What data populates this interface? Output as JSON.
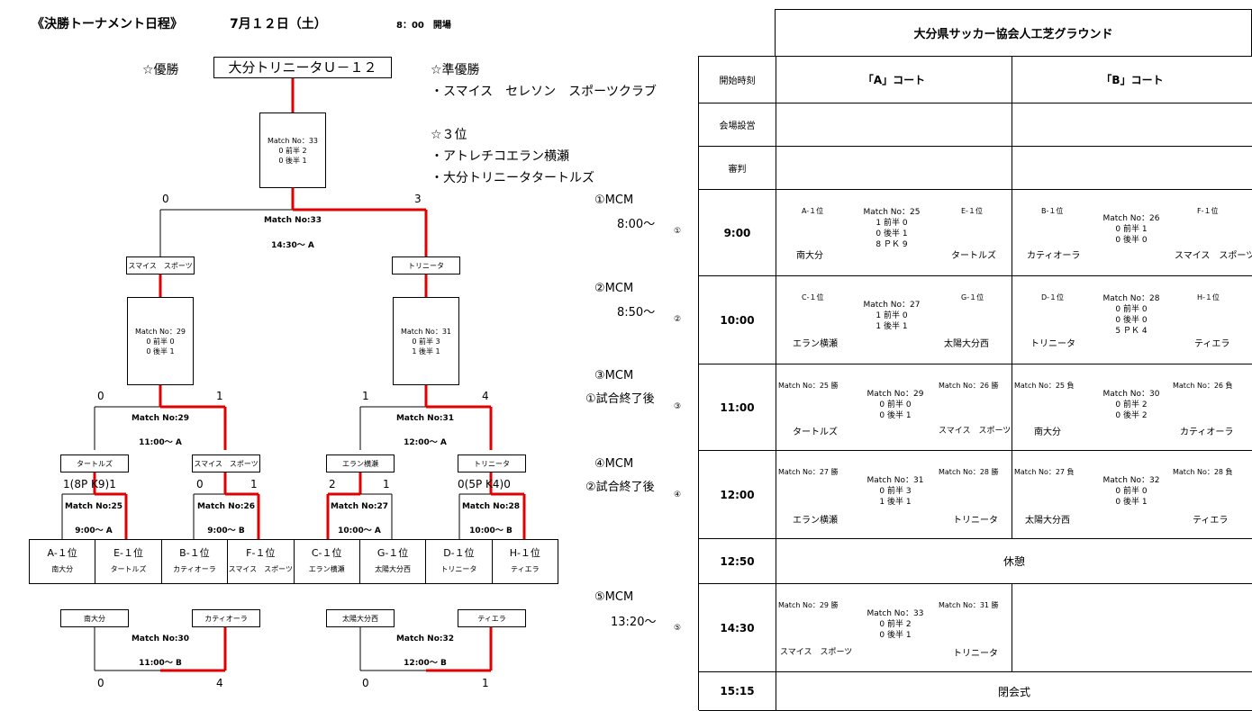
{
  "header": {
    "title": "《決勝トーナメント日程》",
    "date": "7月１２日（土）",
    "time": "8：00　開場"
  },
  "bracket": {
    "winner_label": "☆優勝",
    "winner": "大分トリニータＵ－１２",
    "runner_up_label": "☆準優勝",
    "runner_up": "・スマイス　セレソン　スポーツクラブ",
    "third_label": "☆３位",
    "third_1": "・アトレチコエラン横瀬",
    "third_2": "・大分トリニータタートルズ",
    "final_box": {
      "no": "Match No：33",
      "l1": "0 前半 2",
      "l2": "0 後半 1"
    },
    "final_label": "Match No:33",
    "final_time": "14:30～ A",
    "final_score_left": "0",
    "final_score_right": "3",
    "sf_left_team": "スマイス　スポーツ",
    "sf_right_team": "トリニータ",
    "m29_box": {
      "no": "Match No：29",
      "l1": "0 前半 0",
      "l2": "0 後半 1"
    },
    "m31_box": {
      "no": "Match No：31",
      "l1": "0 前半 3",
      "l2": "1 後半 1"
    },
    "m29_label": "Match No:29",
    "m29_time": "11:00～ A",
    "m31_label": "Match No:31",
    "m31_time": "12:00～ A",
    "m29_sl": "0",
    "m29_sr": "1",
    "m31_sl": "1",
    "m31_sr": "4",
    "qf_teams": [
      "タートルズ",
      "スマイス　スポーツ",
      "エラン横瀬",
      "トリニータ"
    ],
    "m25_score": "1(8P K9)1",
    "m26_sl": "0",
    "m26_sr": "1",
    "m27_sl": "2",
    "m27_sr": "1",
    "m28_score": "0(5P K4)0",
    "m25_label": "Match No:25",
    "m25_time": "9:00～ A",
    "m26_label": "Match No:26",
    "m26_time": "9:00～ B",
    "m27_label": "Match No:27",
    "m27_time": "10:00～ A",
    "m28_label": "Match No:28",
    "m28_time": "10:00～ B",
    "groups": [
      {
        "pos": "A-１位",
        "team": "南大分"
      },
      {
        "pos": "E-１位",
        "team": "タートルズ"
      },
      {
        "pos": "B-１位",
        "team": "カティオーラ"
      },
      {
        "pos": "F-１位",
        "team": "スマイス　スポーツ"
      },
      {
        "pos": "C-１位",
        "team": "エラン横瀬"
      },
      {
        "pos": "G-１位",
        "team": "太陽大分西"
      },
      {
        "pos": "D-１位",
        "team": "トリニータ"
      },
      {
        "pos": "H-１位",
        "team": "ティエラ"
      }
    ],
    "cons_teams": [
      "南大分",
      "カティオーラ",
      "太陽大分西",
      "ティエラ"
    ],
    "m30_label": "Match No:30",
    "m30_time": "11:00～ B",
    "m32_label": "Match No:32",
    "m32_time": "12:00～ B",
    "m30_sl": "0",
    "m30_sr": "4",
    "m32_sl": "0",
    "m32_sr": "1"
  },
  "mcm": [
    {
      "name": "①MCM",
      "time": "8:00～",
      "mark": "①"
    },
    {
      "name": "②MCM",
      "time": "8:50～",
      "mark": "②"
    },
    {
      "name": "③MCM",
      "time": "①試合終了後",
      "mark": "③"
    },
    {
      "name": "④MCM",
      "time": "②試合終了後",
      "mark": "④"
    },
    {
      "name": "⑤MCM",
      "time": "13:20～",
      "mark": "⑤"
    }
  ],
  "schedule": {
    "venue": "大分県サッカー協会人工芝グラウンド",
    "col_time": "開始時刻",
    "court_a": "「A」コート",
    "court_b": "「B」コート",
    "row_setup": "会場設営",
    "row_referee": "審判",
    "times": [
      "9:00",
      "10:00",
      "11:00",
      "12:00",
      "12:50",
      "14:30",
      "15:15"
    ],
    "break": "休憩",
    "closing": "閉会式",
    "r900a": {
      "tl": "A-１位",
      "tr": "E-１位",
      "mid": [
        "Match No：25",
        "1 前半 0",
        "0 後半 1",
        "8 ＰＫ 9"
      ],
      "bl": "南大分",
      "br": "タートルズ"
    },
    "r900b": {
      "tl": "B-１位",
      "tr": "F-１位",
      "mid": [
        "Match No：26",
        "0 前半 1",
        "0 後半 0"
      ],
      "bl": "カティオーラ",
      "br": "スマイス　スポーツ"
    },
    "r1000a": {
      "tl": "C-１位",
      "tr": "G-１位",
      "mid": [
        "Match No：27",
        "1 前半 0",
        "1 後半 1"
      ],
      "bl": "エラン横瀬",
      "br": "太陽大分西"
    },
    "r1000b": {
      "tl": "D-１位",
      "tr": "H-１位",
      "mid": [
        "Match No：28",
        "0 前半 0",
        "0 後半 0",
        "5 ＰＫ 4"
      ],
      "bl": "トリニータ",
      "br": "ティエラ"
    },
    "r1100a": {
      "tl": "Match No：25 勝",
      "tr": "Match No：26 勝",
      "mid": [
        "Match No：29",
        "0 前半 0",
        "0 後半 1"
      ],
      "bl": "タートルズ",
      "br": "スマイス　スポーツ"
    },
    "r1100b": {
      "tl": "Match No：25 負",
      "tr": "Match No：26 負",
      "mid": [
        "Match No：30",
        "0 前半 2",
        "0 後半 2"
      ],
      "bl": "南大分",
      "br": "カティオーラ"
    },
    "r1200a": {
      "tl": "Match No：27 勝",
      "tr": "Match No：28 勝",
      "mid": [
        "Match No：31",
        "0 前半 3",
        "1 後半 1"
      ],
      "bl": "エラン横瀬",
      "br": "トリニータ"
    },
    "r1200b": {
      "tl": "Match No：27 負",
      "tr": "Match No：28 負",
      "mid": [
        "Match No：32",
        "0 前半 0",
        "0 後半 1"
      ],
      "bl": "太陽大分西",
      "br": "ティエラ"
    },
    "r1430a": {
      "tl": "Match No：29 勝",
      "tr": "Match No：31 勝",
      "mid": [
        "Match No：33",
        "0 前半 2",
        "0 後半 1"
      ],
      "bl": "スマイス　スポーツ",
      "br": "トリニータ"
    }
  },
  "colors": {
    "win_line": "#e00000",
    "line": "#000000"
  }
}
